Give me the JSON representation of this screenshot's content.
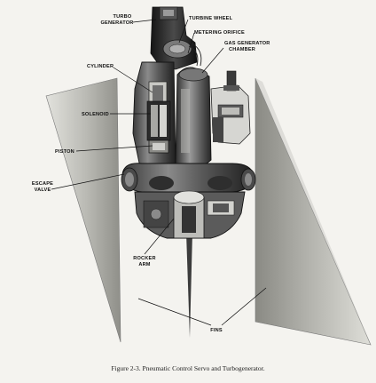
{
  "labels": {
    "turbo_generator_line1": "TURBO",
    "turbo_generator_line2": "GENERATOR",
    "turbine_wheel": "TURBINE WHEEL",
    "metering_orifice": "METERING ORIFICE",
    "gas_generator_line1": "GAS GENERATOR",
    "gas_generator_line2": "CHAMBER",
    "cylinder": "CYLINDER",
    "solenoid": "SOLENOID",
    "piston": "PISTON",
    "escape_valve_line1": "ESCAPE",
    "escape_valve_line2": "VALVE",
    "rocker_arm_line1": "ROCKER",
    "rocker_arm_line2": "ARM",
    "fins": "FINS"
  },
  "caption": "Figure 2-3.  Pneumatic Control Servo and Turbogenerator."
}
